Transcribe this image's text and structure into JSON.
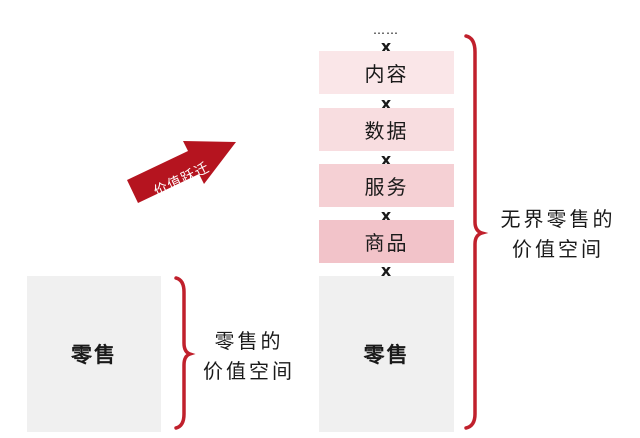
{
  "left_block": {
    "label": "零售",
    "value_label_line1": "零售的",
    "value_label_line2": "价值空间"
  },
  "arrow": {
    "label": "价值跃迁"
  },
  "right_stack": {
    "ellipsis": "……",
    "tiers": [
      {
        "label": "内容"
      },
      {
        "label": "数据"
      },
      {
        "label": "服务"
      },
      {
        "label": "商品"
      }
    ],
    "operator": "x",
    "base_label": "零售",
    "value_label_line1": "无界零售的",
    "value_label_line2": "价值空间"
  },
  "colors": {
    "bracket": "#c0202c",
    "arrow": "#b5141f",
    "base_fill": "#f0f0f0"
  }
}
